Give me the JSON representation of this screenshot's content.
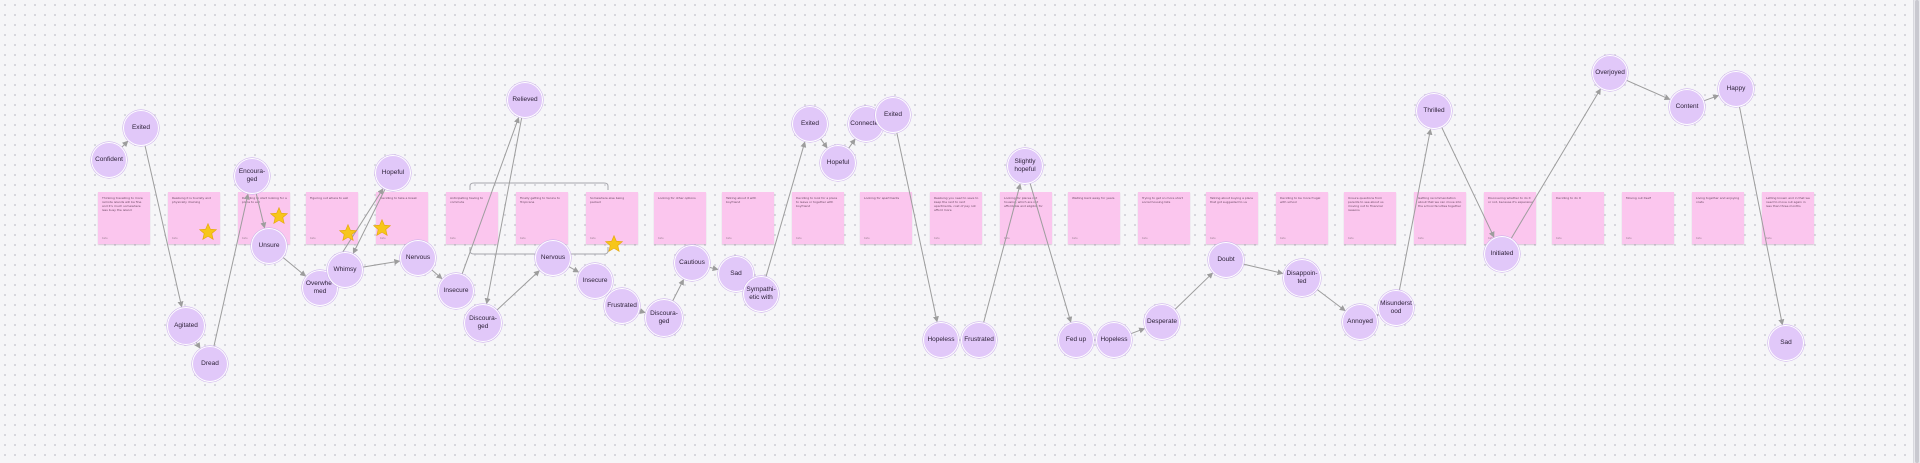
{
  "colors": {
    "note": "#fbc6ee",
    "node": "#e1c8f9",
    "connector": "#9d9d9d",
    "star": "#f7c61b"
  },
  "stickies": [
    {
      "text": "Thinking travelling to more remote islands will be fine and it's much somewhere less busy the island",
      "author": "Kate"
    },
    {
      "text": "Realising it is touristy and physically draining",
      "author": "Kate"
    },
    {
      "text": "Deciding to start looking for a place to eat",
      "author": "Kate"
    },
    {
      "text": "Figuring out where to eat",
      "author": "Kate"
    },
    {
      "text": "Deciding to take a break",
      "author": "Kate"
    },
    {
      "text": "Anticipating having to commute",
      "author": "Kate"
    },
    {
      "text": "Finally getting to Venice to Tropicana",
      "author": "Kate"
    },
    {
      "text": "Somewhere else being packed",
      "author": "Kate"
    },
    {
      "text": "Looking for other options",
      "author": "Kate"
    },
    {
      "text": "Talking about it with boyfriend",
      "author": "Kate"
    },
    {
      "text": "Deciding to look for a place to leave or together with boyfriend",
      "author": "Kate"
    },
    {
      "text": "Looking for apartments",
      "author": "Kate"
    },
    {
      "text": "Realising you need to save to keep the rent to rent apartments, cost of pay not afford more",
      "author": "Kate"
    },
    {
      "text": "Looking for places not housing, which are not affordable and eligible for",
      "author": "Kate"
    },
    {
      "text": "Waiting back away for years",
      "author": "Kate"
    },
    {
      "text": "Trying to get on more short social housing lists",
      "author": "Kate"
    },
    {
      "text": "Talking about buying a place that got suggested to us",
      "author": "Kate"
    },
    {
      "text": "Deciding to be more frugal with school",
      "author": "Kate"
    },
    {
      "text": "Unsure questions from parents to see about us moving out to financial reasons",
      "author": "Kate"
    },
    {
      "text": "Getting recommendation about that we can move into the school faculties together",
      "author": "Kate"
    },
    {
      "text": "Discovering whether to do it or not, because it's expensive",
      "author": "Kate"
    },
    {
      "text": "Deciding to do it",
      "author": "Kate"
    },
    {
      "text": "Moving out itself",
      "author": "Kate"
    },
    {
      "text": "Living together and enjoying costs",
      "author": "Kate"
    },
    {
      "text": "Letting known and in that we need to move out again in less than three months",
      "author": "Kate"
    }
  ],
  "emotions": [
    "Confident",
    "Exited",
    "Agitated",
    "Dread",
    "Encoura- ged",
    "Unsure",
    "Overwhe- med",
    "Hopeful",
    "Whimsy",
    "Nervous",
    "Insecure",
    "Relieved",
    "Discoura- ged",
    "Nervous",
    "Insecure",
    "Frustrated",
    "Discoura- ged",
    "Cautious",
    "Sad",
    "Sympathi- etic with",
    "Exited",
    "Hopeful",
    "Connected",
    "Exited",
    "Hopeless",
    "Frustrated",
    "Slightly hopeful",
    "Fed up",
    "Hopeless",
    "Desperate",
    "Doubt",
    "Disappoin- ted",
    "Annoyed",
    "Misunderst ood",
    "Thrilled",
    "Initiated",
    "Overjoyed",
    "Content",
    "Happy",
    "Sad"
  ]
}
